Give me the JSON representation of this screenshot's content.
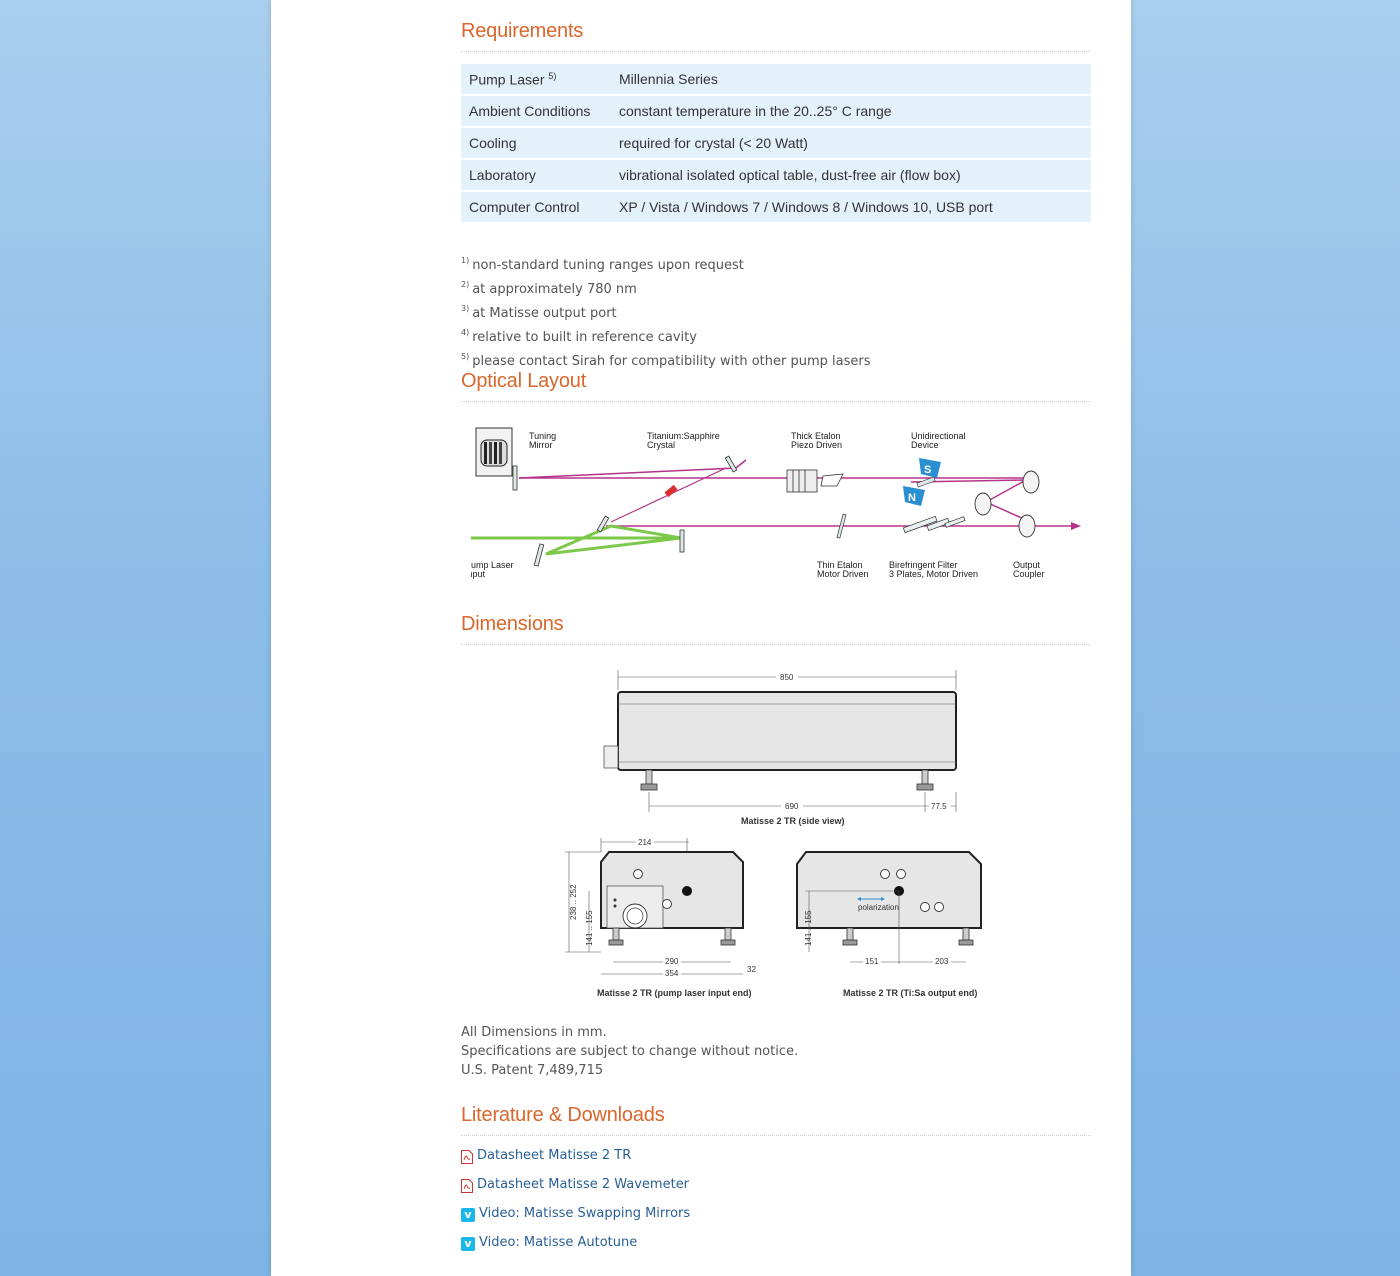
{
  "requirements": {
    "title": "Requirements",
    "rows": [
      {
        "key": "Pump Laser",
        "sup": "5)",
        "value": "Millennia Series"
      },
      {
        "key": "Ambient Conditions",
        "sup": "",
        "value": "constant temperature in the 20..25° C range"
      },
      {
        "key": "Cooling",
        "sup": "",
        "value": "required for crystal (< 20 Watt)"
      },
      {
        "key": "Laboratory",
        "sup": "",
        "value": "vibrational isolated optical table, dust-free air (flow box)"
      },
      {
        "key": "Computer Control",
        "sup": "",
        "value": "XP / Vista / Windows 7 / Windows 8 / Windows 10, USB port"
      }
    ]
  },
  "footnotes": [
    {
      "mark": "1)",
      "text": "non-standard tuning ranges upon request"
    },
    {
      "mark": "2)",
      "text": "at approximately 780 nm"
    },
    {
      "mark": "3)",
      "text": "at Matisse output port"
    },
    {
      "mark": "4)",
      "text": "relative to built in reference cavity"
    },
    {
      "mark": "5)",
      "text": "please contact Sirah for compatibility with other pump lasers"
    }
  ],
  "optical_layout": {
    "title": "Optical Layout",
    "labels": {
      "tuning_mirror_1": "Tuning",
      "tuning_mirror_2": "Mirror",
      "crystal_1": "Titanium:Sapphire",
      "crystal_2": "Crystal",
      "thick_etalon_1": "Thick Etalon",
      "thick_etalon_2": "Piezo Driven",
      "unidirectional_1": "Unidirectional",
      "unidirectional_2": "Device",
      "pump_input_1": "Pump Laser",
      "pump_input_2": "Input",
      "thin_etalon_1": "Thin Etalon",
      "thin_etalon_2": "Motor Driven",
      "birefringent_1": "Birefringent Filter",
      "birefringent_2": "3 Plates, Motor Driven",
      "output_coupler_1": "Output",
      "output_coupler_2": "Coupler",
      "magnet_s": "S",
      "magnet_n": "N"
    },
    "colors": {
      "beam": "#b5338a",
      "pump": "#7cc84a",
      "crystal": "#d8302f",
      "magnet": "#2a8fd0"
    }
  },
  "dimensions": {
    "title": "Dimensions",
    "labels": {
      "length": "850",
      "foot_span": "690",
      "offset": "77.5",
      "side_caption": "Matisse 2 TR (side view)",
      "d214": "214",
      "height_range": "238 .. 252",
      "beam_height_left": "141 .. 155",
      "d290": "290",
      "d354": "354",
      "d32": "32",
      "pump_caption": "Matisse 2 TR (pump laser input end)",
      "beam_height_right": "141 .. 155",
      "polarization": "polarization",
      "d151": "151",
      "d203": "203",
      "output_caption": "Matisse 2 TR (Ti:Sa output end)"
    }
  },
  "notes": [
    "All Dimensions in mm.",
    "Specifications are subject to change without notice.",
    "U.S. Patent 7,489,715"
  ],
  "literature": {
    "title": "Literature & Downloads",
    "links": [
      {
        "icon": "pdf-icon",
        "label": "Datasheet Matisse 2 TR"
      },
      {
        "icon": "pdf-icon",
        "label": "Datasheet Matisse 2 Wavemeter"
      },
      {
        "icon": "vimeo-icon",
        "label": "Video: Matisse Swapping Mirrors"
      },
      {
        "icon": "vimeo-icon",
        "label": "Video: Matisse Autotune"
      }
    ],
    "vimeo_glyph": "v"
  }
}
